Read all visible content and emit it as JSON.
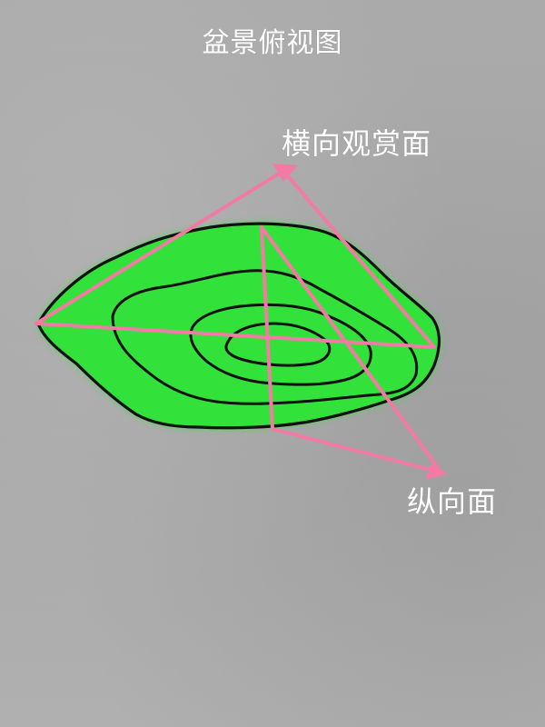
{
  "title": "盆景俯视图",
  "labels": {
    "horizontal_view": "横向观赏面",
    "vertical_face": "纵向面"
  },
  "colors": {
    "background": "#a9a9a9",
    "pot_fill": "#33e23b",
    "contour": "#111111",
    "arrows": "#f27aa5",
    "text": "#ffffff"
  }
}
